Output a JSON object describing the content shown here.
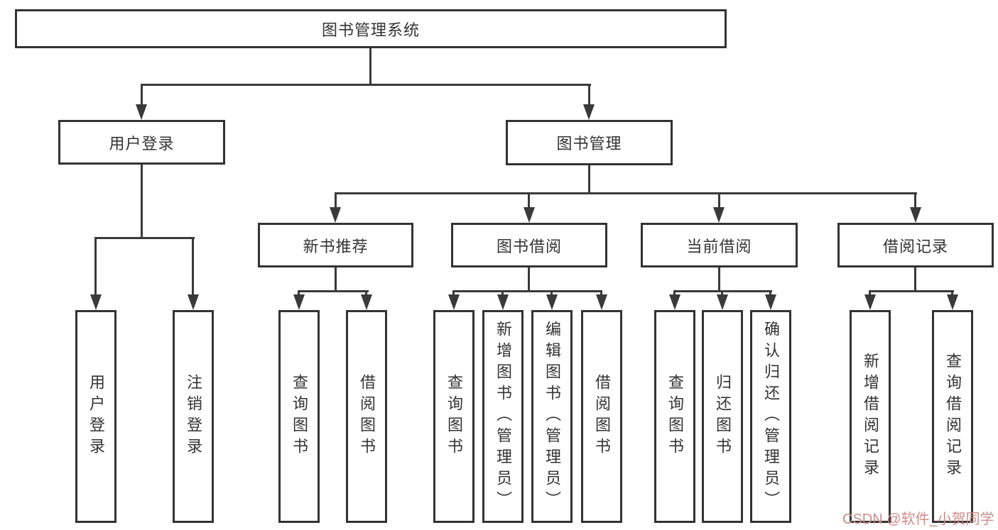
{
  "diagram_type": "hierarchy-tree",
  "tree": {
    "label": "图书管理系统",
    "children": [
      {
        "label": "用户登录",
        "children": [
          {
            "label": "用户登录"
          },
          {
            "label": "注销登录"
          }
        ]
      },
      {
        "label": "图书管理",
        "children": [
          {
            "label": "新书推荐",
            "children": [
              {
                "label": "查询图书"
              },
              {
                "label": "借阅图书"
              }
            ]
          },
          {
            "label": "图书借阅",
            "children": [
              {
                "label": "查询图书"
              },
              {
                "label": "新增图书（管理员）"
              },
              {
                "label": "编辑图书（管理员）"
              },
              {
                "label": "借阅图书"
              }
            ]
          },
          {
            "label": "当前借阅",
            "children": [
              {
                "label": "查询图书"
              },
              {
                "label": "归还图书"
              },
              {
                "label": "确认归还（管理员）"
              }
            ]
          },
          {
            "label": "借阅记录",
            "children": [
              {
                "label": "新增借阅记录"
              },
              {
                "label": "查询借阅记录"
              }
            ]
          }
        ]
      }
    ]
  },
  "watermark": {
    "text": "CSDN @软件_小贺同学",
    "color": "#cf8a8a"
  },
  "colors": {
    "background": "#ffffff",
    "box_border": "#333333",
    "connector": "#3a3a3a",
    "text": "#333333"
  }
}
